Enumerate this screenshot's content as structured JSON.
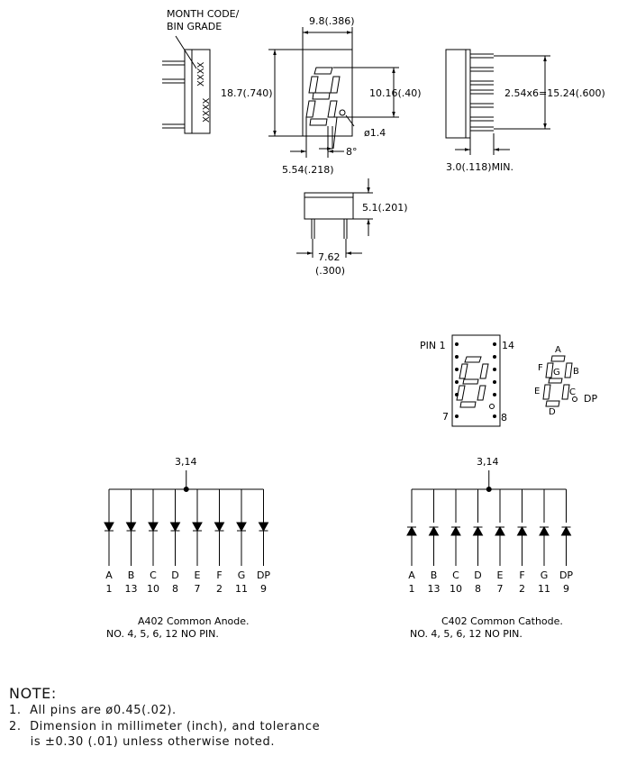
{
  "dimensions": {
    "month_code": "MONTH CODE/",
    "bin_grade": "BIN GRADE",
    "width_top": "9.8(.386)",
    "height_left": "18.7(.740)",
    "digit_height": "10.16(.40)",
    "dp_dia": "ø1.4",
    "angle": "8°",
    "seg_width": "5.54(.218)",
    "pin_pitch": "2.54x6=15.24(.600)",
    "pin_len": "3.0(.118)MIN.",
    "depth": "5.1(.201)",
    "row_spacing": "7.62",
    "row_spacing_in": "(.300)",
    "marking_1": "XXXX",
    "marking_2": "XXXX"
  },
  "pinout": {
    "pin1": "PIN 1",
    "pin14": "14",
    "pin7": "7",
    "pin8": "8",
    "seg_a": "A",
    "seg_b": "B",
    "seg_c": "C",
    "seg_d": "D",
    "seg_e": "E",
    "seg_f": "F",
    "seg_g": "G",
    "seg_dp": "DP"
  },
  "anode": {
    "common": "3,14",
    "segments": [
      "A",
      "B",
      "C",
      "D",
      "E",
      "F",
      "G",
      "DP"
    ],
    "pins": [
      "1",
      "13",
      "10",
      "8",
      "7",
      "2",
      "11",
      "9"
    ],
    "title": "A402 Common Anode.",
    "nopin": "NO. 4, 5, 6, 12 NO PIN."
  },
  "cathode": {
    "common": "3,14",
    "segments": [
      "A",
      "B",
      "C",
      "D",
      "E",
      "F",
      "G",
      "DP"
    ],
    "pins": [
      "1",
      "13",
      "10",
      "8",
      "7",
      "2",
      "11",
      "9"
    ],
    "title": "C402 Common Cathode.",
    "nopin": "NO. 4, 5, 6, 12 NO PIN."
  },
  "notes": {
    "title": "NOTE:",
    "line1": "1.  All pins are ø0.45(.02).",
    "line2": "2.  Dimension in millimeter (inch), and tolerance",
    "line3": "     is ±0.30 (.01) unless otherwise noted."
  }
}
